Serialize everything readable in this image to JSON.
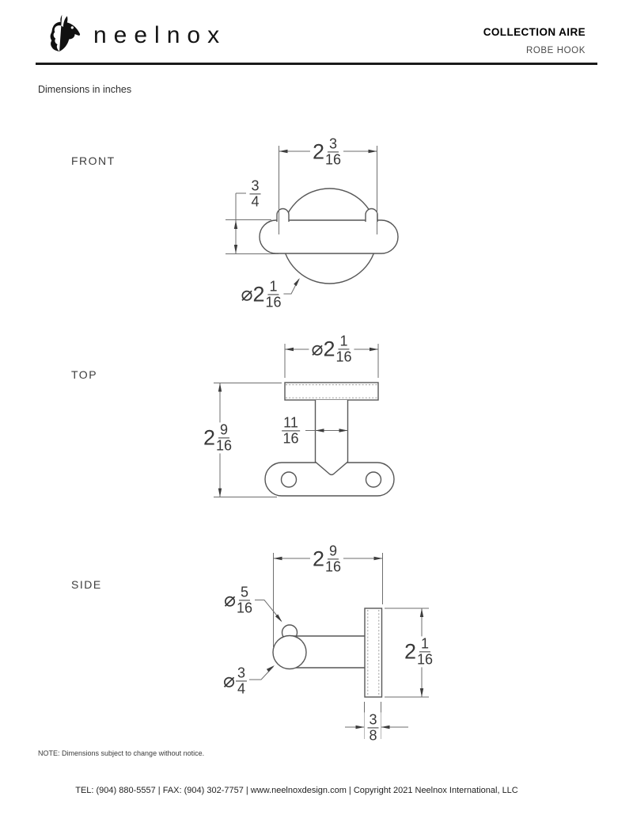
{
  "header": {
    "brand": "neelnox",
    "collection": "COLLECTION AIRE",
    "product": "ROBE HOOK"
  },
  "subtitle": "Dimensions in inches",
  "icons": {
    "brand_logo": "horse-head-icon"
  },
  "views": {
    "front": {
      "label": "FRONT",
      "dims": {
        "width": {
          "whole": "2",
          "num": "3",
          "den": "16"
        },
        "height": {
          "num": "3",
          "den": "4"
        },
        "diameter": {
          "dia": "⌀",
          "whole": "2",
          "num": "1",
          "den": "16"
        }
      }
    },
    "top": {
      "label": "TOP",
      "dims": {
        "diameter": {
          "dia": "⌀",
          "whole": "2",
          "num": "1",
          "den": "16"
        },
        "height": {
          "whole": "2",
          "num": "9",
          "den": "16"
        },
        "stem_width": {
          "num": "11",
          "den": "16"
        }
      }
    },
    "side": {
      "label": "SIDE",
      "dims": {
        "depth": {
          "whole": "2",
          "num": "9",
          "den": "16"
        },
        "pin_diameter": {
          "dia": "⌀",
          "num": "5",
          "den": "16"
        },
        "ball_diameter": {
          "dia": "⌀",
          "num": "3",
          "den": "4"
        },
        "plate_height": {
          "whole": "2",
          "num": "1",
          "den": "16"
        },
        "plate_thickness": {
          "num": "3",
          "den": "8"
        }
      }
    }
  },
  "note": "NOTE: Dimensions subject to change without notice.",
  "footer": "TEL: (904) 880-5557 | FAX: (904) 302-7757 | www.neelnoxdesign.com | Copyright 2021 Neelnox International, LLC",
  "colors": {
    "line": "#575757",
    "dimension": "#6e6e6e",
    "heading": "#1a1a1a",
    "subtext": "#4a4a4a"
  }
}
